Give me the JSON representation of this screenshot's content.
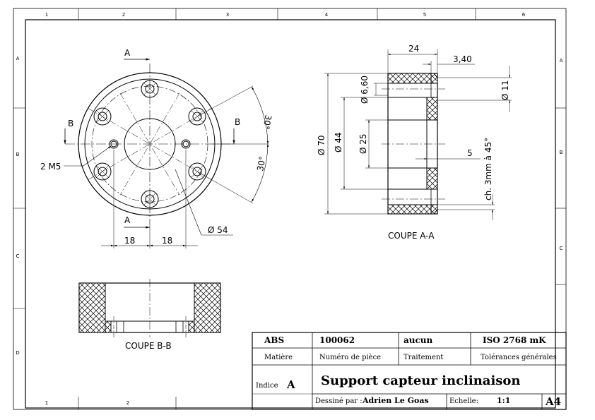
{
  "border": {
    "columns_top": [
      "1",
      "2",
      "3",
      "4",
      "5",
      "6"
    ],
    "columns_bottom": [
      "1",
      "2"
    ],
    "rows_left": [
      "A",
      "B",
      "C",
      "D"
    ],
    "rows_right": [
      "A",
      "B",
      "C"
    ]
  },
  "front_view": {
    "section_a_top": "A",
    "section_a_bottom": "A",
    "section_b_left": "B",
    "section_b_right": "B",
    "thread_callout": "2 M5",
    "angle_top": "30°",
    "angle_bottom": "30°",
    "dia_54": "Ø 54",
    "dim_18_left": "18",
    "dim_18_right": "18"
  },
  "section_aa": {
    "title": "COUPE A-A",
    "dim_24": "24",
    "dim_340": "3,40",
    "dia_11": "Ø 11",
    "dia_660": "Ø 6,60",
    "dia_70": "Ø 70",
    "dia_44": "Ø 44",
    "dia_25": "Ø 25",
    "dim_5": "5",
    "chamfer": "ch. 3mm à 45°"
  },
  "section_bb": {
    "title": "COUPE B-B"
  },
  "title_block": {
    "material": "ABS",
    "part_number": "100062",
    "treatment": "aucun",
    "tolerances": "ISO 2768 mK",
    "label_material": "Matière",
    "label_part_number": "Numéro de pièce",
    "label_treatment": "Traitement",
    "label_tolerances": "Tolérances générales",
    "label_index": "Indice",
    "index": "A",
    "title": "Support capteur inclinaison",
    "label_drawn_by": "Dessiné par :",
    "drawn_by": "Adrien Le Goas",
    "label_scale": "Echelle:",
    "scale": "1:1",
    "format": "A4"
  }
}
